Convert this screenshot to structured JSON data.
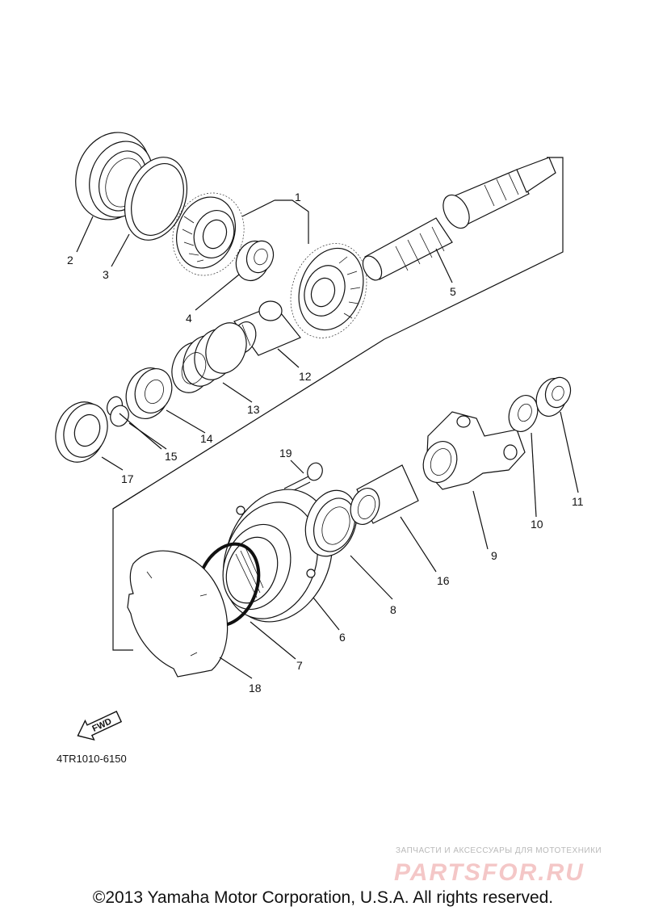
{
  "diagram": {
    "part_labels": {
      "p1": "1",
      "p2": "2",
      "p3": "3",
      "p4": "4",
      "p5": "5",
      "p6": "6",
      "p7": "7",
      "p8": "8",
      "p9": "9",
      "p10": "10",
      "p11": "11",
      "p12": "12",
      "p13": "13",
      "p14": "14",
      "p15": "15",
      "p16": "16",
      "p17": "17",
      "p18": "18",
      "p19": "19"
    },
    "fwd_label": "FWD",
    "diagram_code": "4TR1010-6150"
  },
  "watermark": {
    "tagline": "ЗАПЧАСТИ И АКСЕССУАРЫ ДЛЯ МОТОТЕХНИКИ",
    "brand": "PARTSFOR.RU"
  },
  "footer": {
    "copyright": "©2013 Yamaha Motor Corporation, U.S.A. All rights reserved."
  }
}
